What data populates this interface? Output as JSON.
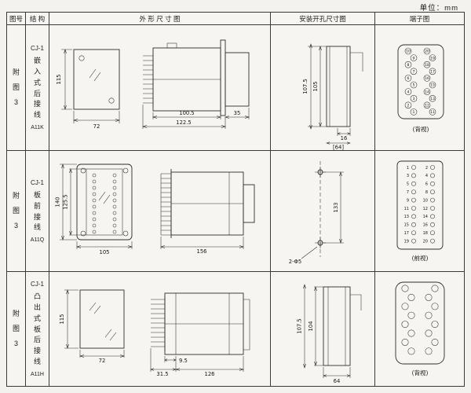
{
  "unit_label": "单位：mm",
  "headers": {
    "fig": "图号",
    "structure": "结 构",
    "outline": "外 形 尺 寸 图",
    "install": "安装开孔尺寸图",
    "terminal": "端子图"
  },
  "rows": [
    {
      "fig_no": "附图3",
      "model": "CJ-1",
      "structure": "嵌入式后接线",
      "code": "A11K",
      "dims": {
        "front_h": "115",
        "front_w": "72",
        "body_w": "100.5",
        "total_w": "122.5",
        "rear_w": "35"
      },
      "install": {
        "h_outer": "107.5",
        "h_inner": "105",
        "w_small": "16",
        "w_bracket": "[64]"
      },
      "terminal": {
        "view": "(背视)",
        "left": [
          "10",
          "9",
          "8",
          "7",
          "6",
          "5",
          "4",
          "3",
          "2",
          "1"
        ],
        "right": [
          "20",
          "19",
          "18",
          "17",
          "16",
          "15",
          "14",
          "13",
          "12",
          "11"
        ]
      }
    },
    {
      "fig_no": "附图3",
      "model": "CJ-1",
      "structure": "板前接线",
      "code": "A11Q",
      "dims": {
        "front_h": "140",
        "inner_h": "125.5",
        "front_w": "105",
        "side_w": "156"
      },
      "install": {
        "holes": "2-Φ5",
        "spacing": "133"
      },
      "terminal": {
        "view": "(前视)",
        "left": [
          "1",
          "3",
          "5",
          "7",
          "9",
          "11",
          "13",
          "15",
          "17",
          "19"
        ],
        "right": [
          "2",
          "4",
          "6",
          "8",
          "10",
          "12",
          "14",
          "16",
          "18",
          "20"
        ]
      }
    },
    {
      "fig_no": "附图3",
      "model": "CJ-1",
      "structure": "凸出式板后接线",
      "code": "A11H",
      "dims": {
        "front_h": "115",
        "front_w": "72",
        "pin_len": "9.5",
        "pin_zone": "31.5",
        "body_w": "126"
      },
      "install": {
        "h_outer": "107.5",
        "h_inner": "104",
        "w_bottom": "64"
      },
      "terminal": {
        "view": "(背视)"
      }
    }
  ]
}
